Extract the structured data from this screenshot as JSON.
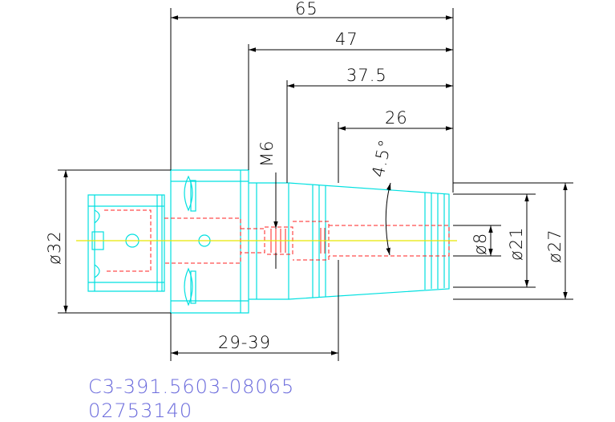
{
  "dimensions": {
    "overall_length": "65",
    "length_47": "47",
    "length_37_5": "37.5",
    "length_26": "26",
    "thread": "M6",
    "taper_angle": "4.5°",
    "dia_32": "ø32",
    "dia_8": "ø8",
    "dia_21": "ø21",
    "dia_27": "ø27",
    "clamp_range": "29-39"
  },
  "part": {
    "code": "C3-391.5603-08065",
    "number": "02753140"
  },
  "colors": {
    "outline": "#00e0e0",
    "hidden": "#ff2020",
    "center": "#e8e800",
    "dimension": "#000000",
    "text": "#6b6bdc"
  }
}
